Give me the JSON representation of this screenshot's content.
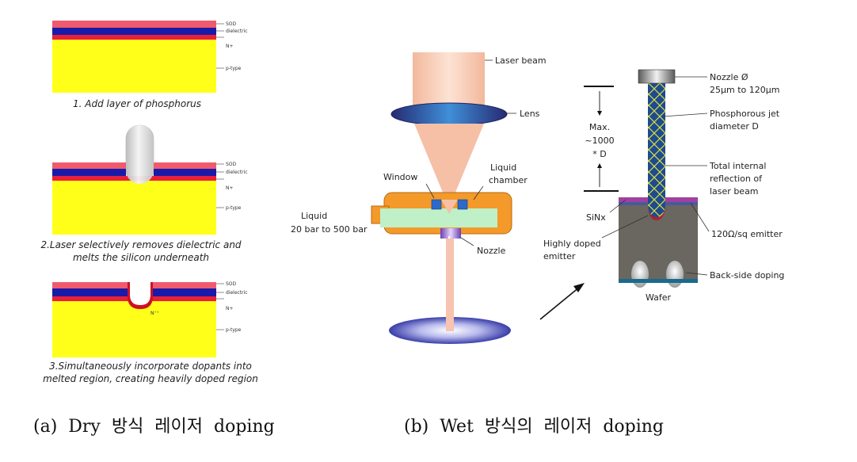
{
  "dry": {
    "step1": {
      "labels": {
        "sod": "SOD",
        "dielectric": "dielectric",
        "nplus": "N+",
        "ptype": "p-type"
      },
      "caption": "1. Add layer of phosphorus"
    },
    "step2": {
      "labels": {
        "sod": "SOD",
        "dielectric": "dielectric",
        "nplus": "N+",
        "ptype": "p-type"
      },
      "caption_line1": "2.Laser selectively removes dielectric and",
      "caption_line2": "melts the silicon underneath"
    },
    "step3": {
      "labels": {
        "sod": "SOD",
        "dielectric": "dielectric",
        "nplus": "N+",
        "npp": "N⁺⁺",
        "ptype": "p-type"
      },
      "caption_line1": "3.Simultaneously incorporate dopants into",
      "caption_line2": "melted region, creating heavily doped region"
    }
  },
  "wet_setup": {
    "laser_beam": "Laser beam",
    "lens": "Lens",
    "window": "Window",
    "liquid_chamber_line1": "Liquid",
    "liquid_chamber_line2": "chamber",
    "liquid_line1": "Liquid",
    "liquid_line2": "20 bar to 500 bar",
    "nozzle": "Nozzle"
  },
  "wet_detail": {
    "max_line1": "Max.",
    "max_line2": "~1000",
    "max_line3": "* D",
    "nozzle_line1": "Nozzle Ø",
    "nozzle_line2": "25μm to 120μm",
    "jet_line1": "Phosphorous jet",
    "jet_line2": "diameter D",
    "tir_line1": "Total internal",
    "tir_line2": "reflection of",
    "tir_line3": "laser beam",
    "sinx": "SiNx",
    "emitter": "120Ω/sq emitter",
    "highly_line1": "Highly doped",
    "highly_line2": "emitter",
    "backside": "Back-side doping",
    "wafer": "Wafer"
  },
  "captions": {
    "a": "(a)  Dry  방식  레이저  doping",
    "b": "(b)  Wet  방식의  레이저  doping"
  },
  "colors": {
    "sod": "#f05a6e",
    "dielectric": "#1a1aa8",
    "nplus": "#e8203a",
    "ptype": "#ffff1a",
    "beam": "#f7c8b0",
    "chamber": "#f39a2a",
    "liquid": "#bff0c8",
    "lens": "#2a2d7a",
    "wafer": "#6a6660"
  }
}
